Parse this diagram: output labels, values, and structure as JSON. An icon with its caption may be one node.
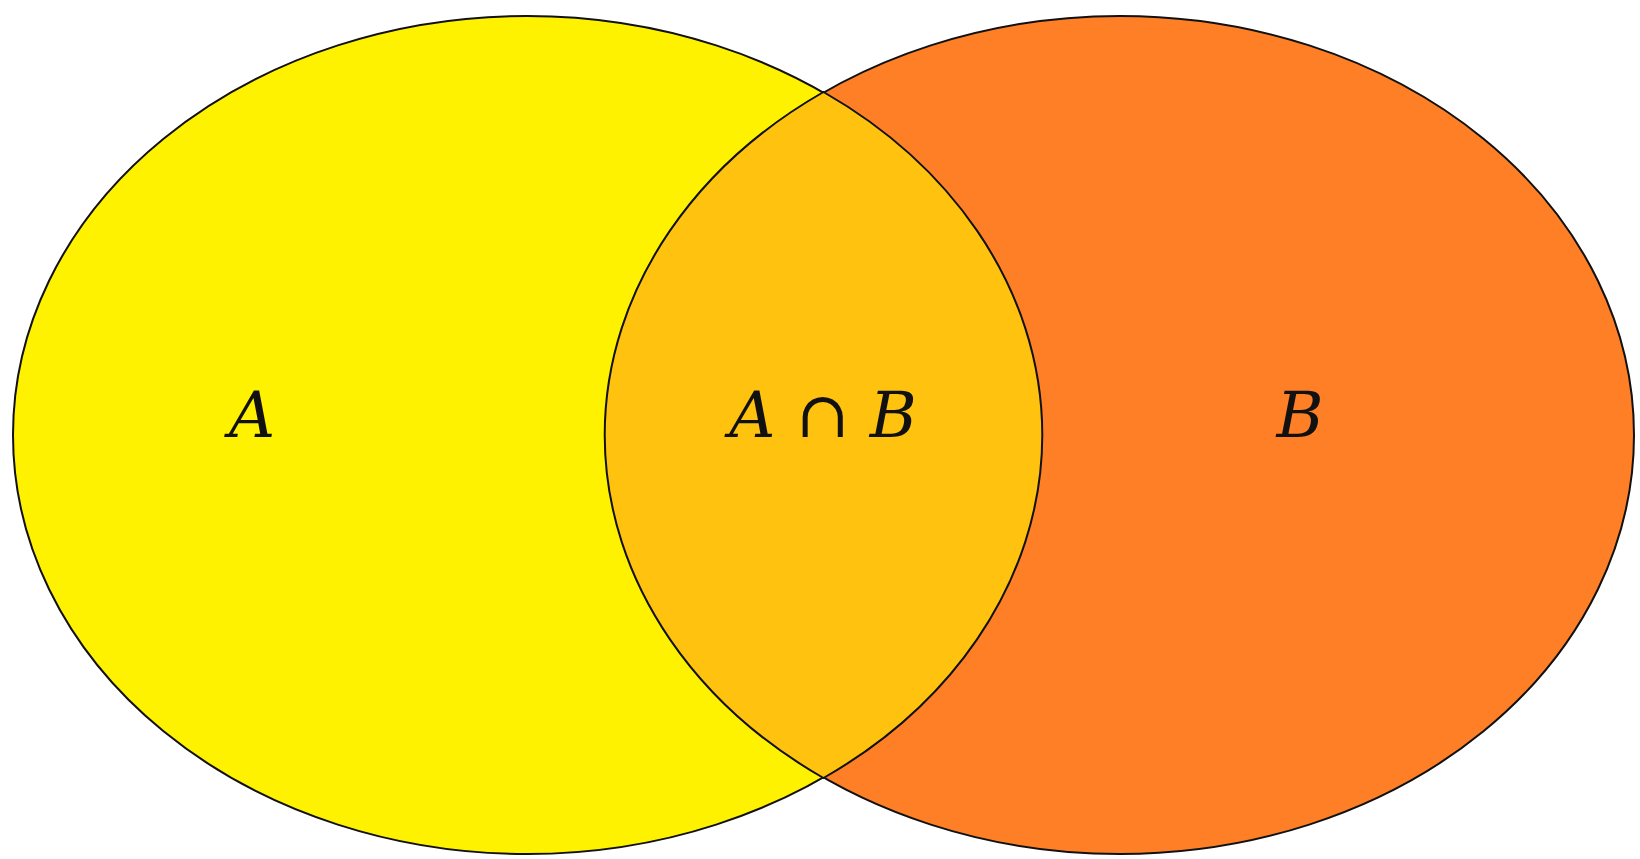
{
  "diagram": {
    "nodes": [
      {
        "text": [
          "A"
        ]
      },
      {
        "text": [
          "B"
        ]
      },
      {
        "text": [
          "A ∩ B"
        ]
      }
    ],
    "edges": []
  }
}
